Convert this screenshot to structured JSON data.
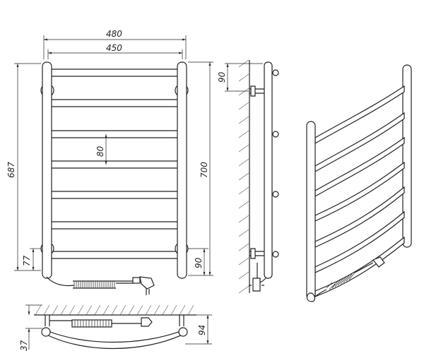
{
  "dimensions": {
    "overall_width": "480",
    "axis_width": "450",
    "bar_spacing": "80",
    "overall_height": "687",
    "axis_height": "700",
    "bottom_left_offset": "77",
    "bottom_right_offset": "90",
    "wall_mount_offset": "90",
    "depth": "94",
    "wall_clearance": "37"
  }
}
